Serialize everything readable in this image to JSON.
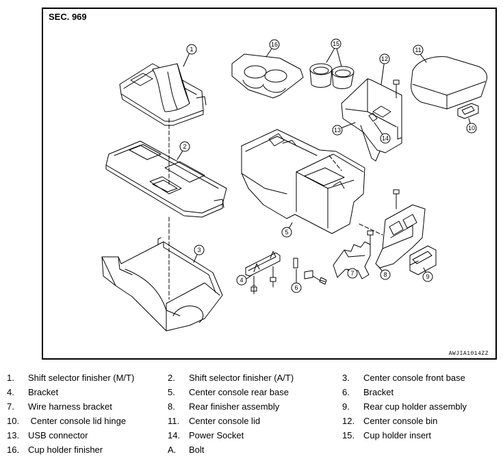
{
  "section_label": "SEC. 969",
  "figure_code": "AWJIA1014ZZ",
  "callouts": [
    "1",
    "2",
    "3",
    "4",
    "5",
    "6",
    "7",
    "8",
    "9",
    "10",
    "11",
    "12",
    "13",
    "14",
    "15",
    "16"
  ],
  "legend": [
    {
      "num": "1.",
      "text": "Shift selector finisher (M/T)"
    },
    {
      "num": "2.",
      "text": "Shift selector finisher (A/T)"
    },
    {
      "num": "3.",
      "text": "Center console front base"
    },
    {
      "num": "4.",
      "text": "Bracket"
    },
    {
      "num": "5.",
      "text": "Center console rear base"
    },
    {
      "num": "6.",
      "text": "Bracket"
    },
    {
      "num": "7.",
      "text": "Wire harness bracket"
    },
    {
      "num": "8.",
      "text": "Rear finisher assembly"
    },
    {
      "num": "9.",
      "text": "Rear cup holder assembly"
    },
    {
      "num": "10.",
      "text": " Center console lid hinge"
    },
    {
      "num": "11.",
      "text": "Center console lid"
    },
    {
      "num": "12.",
      "text": "Center console bin"
    },
    {
      "num": "13.",
      "text": "USB connector"
    },
    {
      "num": "14.",
      "text": "Power Socket"
    },
    {
      "num": "15.",
      "text": "Cup holder insert"
    },
    {
      "num": "16.",
      "text": "Cup holder finisher"
    },
    {
      "num": "A.",
      "text": "Bolt"
    }
  ]
}
